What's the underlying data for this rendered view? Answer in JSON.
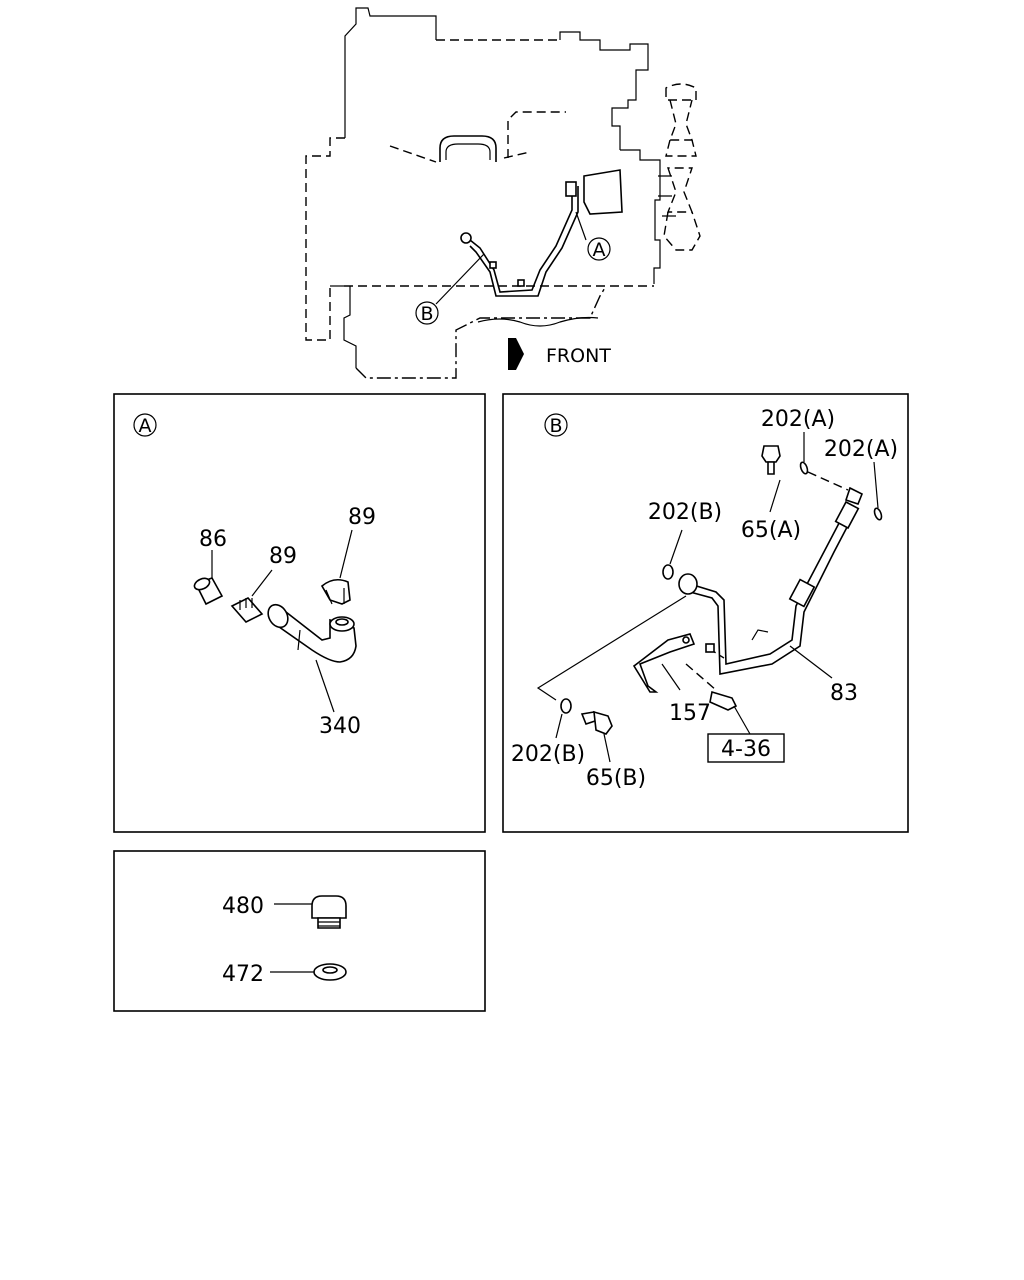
{
  "overview": {
    "callout_a": "A",
    "callout_b": "B",
    "front_label": "FRONT"
  },
  "panel_a": {
    "callout": "A",
    "labels": {
      "p86": "86",
      "p89_left": "89",
      "p89_top": "89",
      "p340": "340"
    }
  },
  "panel_b": {
    "callout": "B",
    "labels": {
      "p202a_top": "202(A)",
      "p202a_right": "202(A)",
      "p65a": "65(A)",
      "p202b_top": "202(B)",
      "p83": "83",
      "p157": "157",
      "p202b_bottom": "202(B)",
      "p65b": "65(B)",
      "ref_box": "4-36"
    }
  },
  "panel_c": {
    "labels": {
      "p480": "480",
      "p472": "472"
    }
  }
}
